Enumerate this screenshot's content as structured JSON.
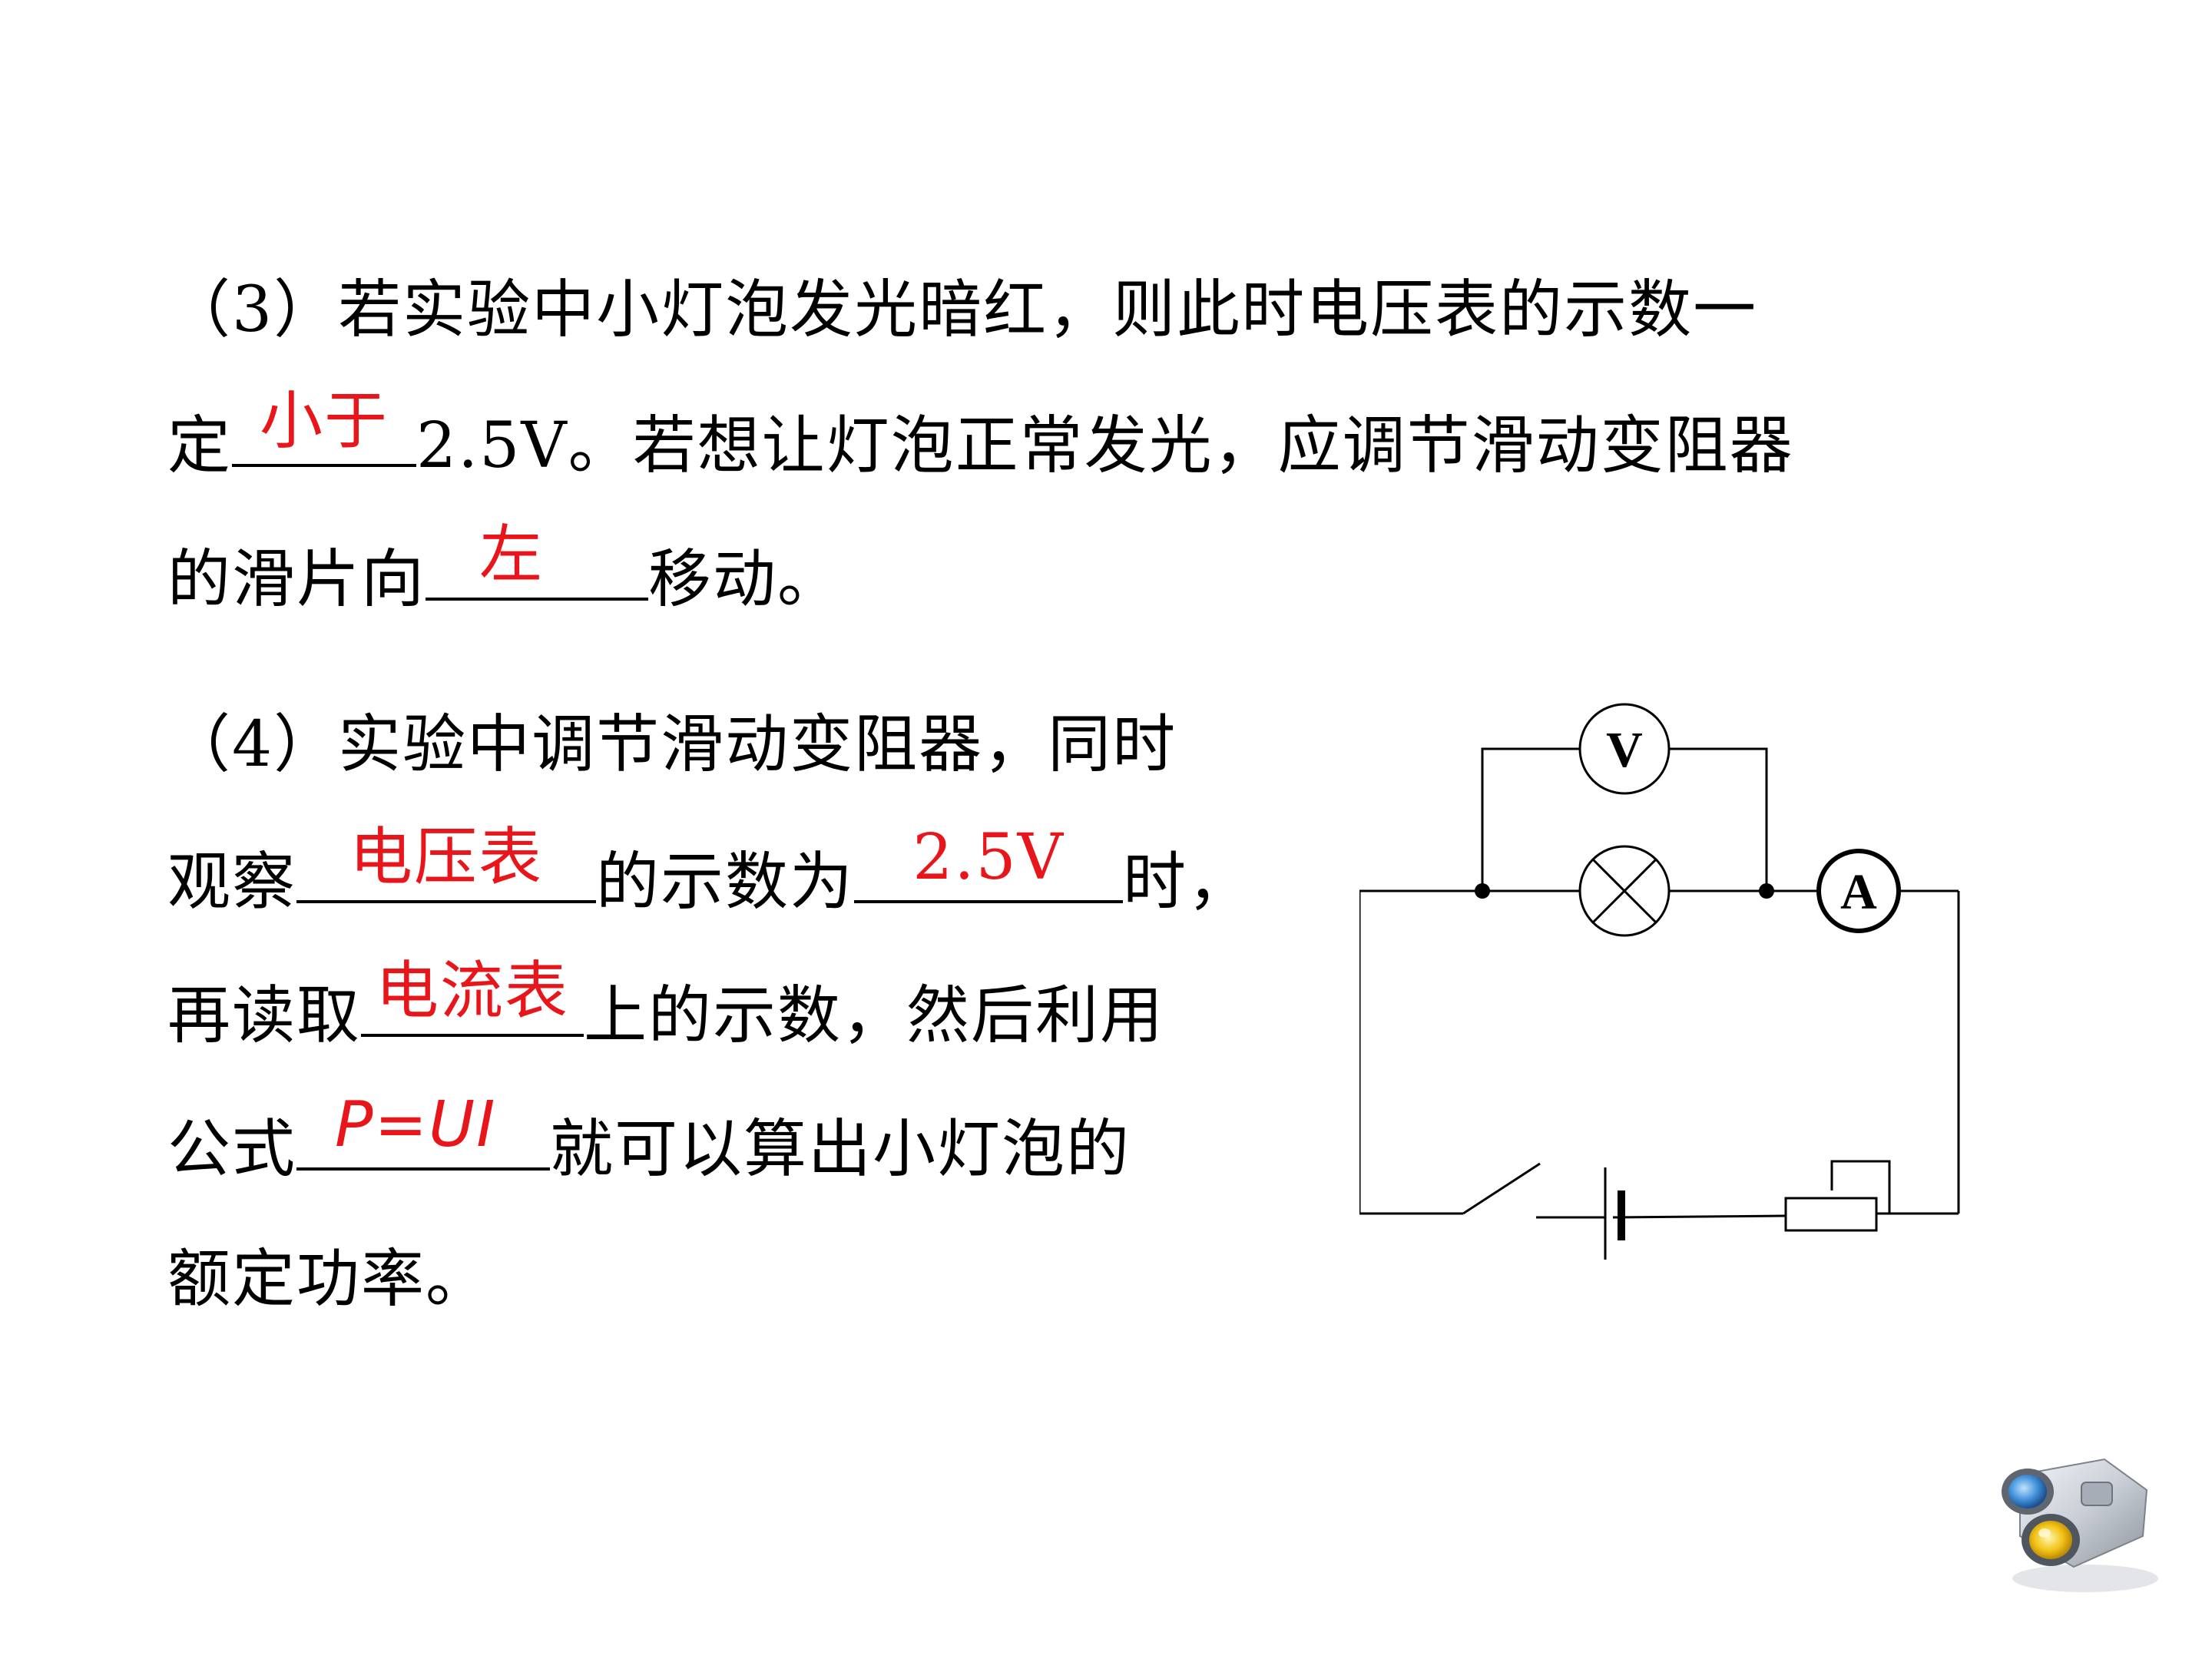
{
  "q3": {
    "line1": "（3）若实验中小灯泡发光暗红，则此时电压表的示数一",
    "line2_pre": "定",
    "blank1_answer": "小于",
    "line2_post": "2.5V。若想让灯泡正常发光，应调节滑动变阻器",
    "line3_pre": "的滑片向",
    "blank2_answer": "左",
    "line3_post": "移动。"
  },
  "q4": {
    "line1": "（4）实验中调节滑动变阻器，同时",
    "line2_pre": "观察",
    "blank1_answer": "电压表",
    "line2_mid": "的示数为",
    "blank2_answer": "2.5V",
    "line2_post": "时，",
    "line3_pre": "再读取",
    "blank3_answer": "电流表",
    "line3_post": "上的示数，然后利用",
    "line4_pre": "公式",
    "blank4_answer": "P=UI",
    "line4_post": "就可以算出小灯泡的",
    "line5": "额定功率。"
  },
  "circuit": {
    "voltmeter_label": "V",
    "ammeter_label": "A"
  },
  "colors": {
    "answer": "#e8161b",
    "text": "#000000"
  },
  "icons": {
    "corner_icon": "binoculars-icon"
  }
}
